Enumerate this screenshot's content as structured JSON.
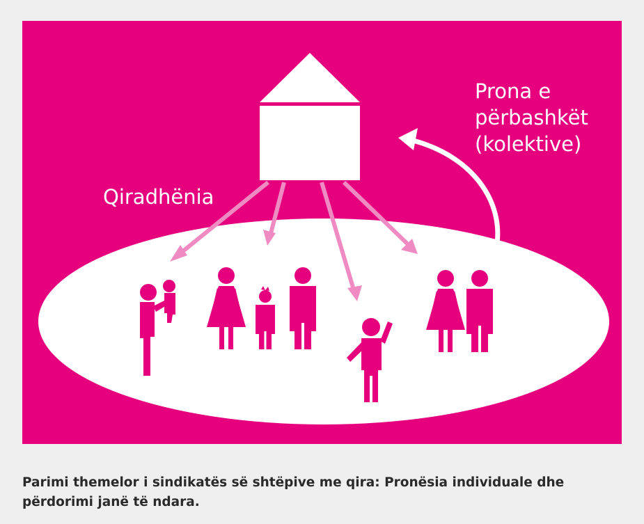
{
  "diagram": {
    "labels": {
      "rent": "Qiradhënia",
      "common_property": [
        "Prona e",
        "përbashkët",
        "(kolektive)"
      ]
    },
    "figures": [
      "adult-holding-child",
      "woman",
      "child",
      "man",
      "waving-child",
      "woman",
      "man"
    ],
    "colors": {
      "background": "#e6007e",
      "foreground": "#ffffff",
      "arrow": "#f08ac3",
      "figure": "#e6007e",
      "page": "#efefef",
      "caption_text": "#2a2a2a"
    }
  },
  "caption": "Parimi themelor i sindikatës së shtëpive me qira: Pronësia individuale dhe përdorimi janë të ndara."
}
